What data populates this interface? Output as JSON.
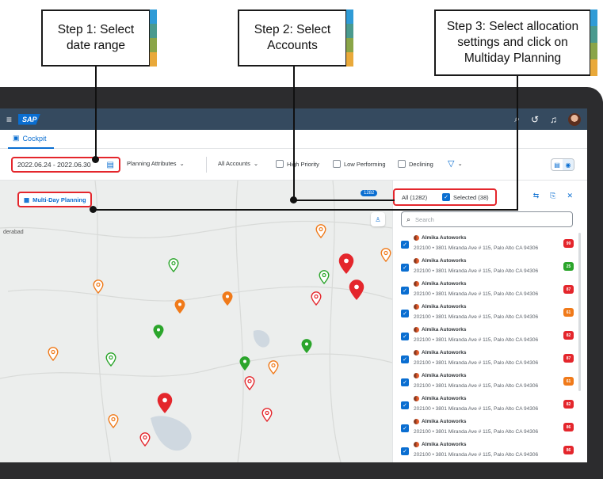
{
  "callouts": {
    "step1": {
      "line1": "Step 1: Select",
      "line2": "date range"
    },
    "step2": {
      "line1": "Step 2: Select",
      "line2": "Accounts"
    },
    "step3": {
      "line1": "Step 3: Select allocation",
      "line2": "settings and click on",
      "line3": "Multiday Planning"
    },
    "stripe_colors": [
      "#2f9bd6",
      "#4a9a8e",
      "#8aa548",
      "#e9a93a"
    ]
  },
  "shell": {
    "logo": "SAP"
  },
  "tabs": {
    "cockpit": "Cockpit"
  },
  "filters": {
    "date_range": "2022.06.24 - 2022.06.30",
    "planning_attributes": "Planning Attributes",
    "all_accounts": "All Accounts",
    "high_priority": "High Priority",
    "low_performing": "Low Performing",
    "declining": "Declining"
  },
  "map": {
    "multi_day_planning": "Multi-Day Planning",
    "count": "1282",
    "labels": [
      "derabad"
    ]
  },
  "panel": {
    "all_label": "All (1282)",
    "selected_label": "Selected (38)",
    "search_placeholder": "Search",
    "items": [
      {
        "name": "Almika Autoworks",
        "address": "202100  •  3801 Miranda Ave # 115, Palo Alto CA 94306",
        "score": "99",
        "color": "#e4262c"
      },
      {
        "name": "Almika Autoworks",
        "address": "202100  •  3801 Miranda Ave # 115, Palo Alto CA 94306",
        "score": "25",
        "color": "#2ba52b"
      },
      {
        "name": "Almika Autoworks",
        "address": "202100  •  3801 Miranda Ave # 115, Palo Alto CA 94306",
        "score": "87",
        "color": "#e4262c"
      },
      {
        "name": "Almika Autoworks",
        "address": "202100  •  3801 Miranda Ave # 115, Palo Alto CA 94306",
        "score": "61",
        "color": "#f07a1a"
      },
      {
        "name": "Almika Autoworks",
        "address": "202100  •  3801 Miranda Ave # 115, Palo Alto CA 94306",
        "score": "82",
        "color": "#e4262c"
      },
      {
        "name": "Almika Autoworks",
        "address": "202100  •  3801 Miranda Ave # 115, Palo Alto CA 94306",
        "score": "87",
        "color": "#e4262c"
      },
      {
        "name": "Almika Autoworks",
        "address": "202100  •  3801 Miranda Ave # 115, Palo Alto CA 94306",
        "score": "61",
        "color": "#f07a1a"
      },
      {
        "name": "Almika Autoworks",
        "address": "202100  •  3801 Miranda Ave # 115, Palo Alto CA 94306",
        "score": "82",
        "color": "#e4262c"
      },
      {
        "name": "Almika Autoworks",
        "address": "202100  •  3801 Miranda Ave # 115, Palo Alto CA 94306",
        "score": "86",
        "color": "#e4262c"
      },
      {
        "name": "Almika Autoworks",
        "address": "202100  •  3801 Miranda Ave # 115, Palo Alto CA 94306",
        "score": "86",
        "color": "#e4262c"
      }
    ]
  },
  "pins": [
    {
      "color": "#f07a1a",
      "style": "hollow"
    },
    {
      "color": "#2ba52b",
      "style": "hollow"
    },
    {
      "color": "#f07a1a",
      "style": "hollow"
    },
    {
      "color": "#f07a1a",
      "style": "solid"
    },
    {
      "color": "#f07a1a",
      "style": "solid"
    },
    {
      "color": "#e4262c",
      "style": "solid"
    },
    {
      "color": "#e4262c",
      "style": "hollow"
    },
    {
      "color": "#e4262c",
      "style": "solid"
    },
    {
      "color": "#2ba52b",
      "style": "hollow"
    },
    {
      "color": "#f07a1a",
      "style": "hollow"
    },
    {
      "color": "#2ba52b",
      "style": "solid"
    },
    {
      "color": "#2ba52b",
      "style": "solid"
    },
    {
      "color": "#2ba52b",
      "style": "solid"
    },
    {
      "color": "#f07a1a",
      "style": "hollow"
    },
    {
      "color": "#2ba52b",
      "style": "hollow"
    },
    {
      "color": "#f07a1a",
      "style": "hollow"
    },
    {
      "color": "#e4262c",
      "style": "hollow"
    },
    {
      "color": "#e4262c",
      "style": "solid"
    },
    {
      "color": "#f07a1a",
      "style": "hollow"
    },
    {
      "color": "#e4262c",
      "style": "hollow"
    },
    {
      "color": "#e4262c",
      "style": "hollow"
    }
  ]
}
